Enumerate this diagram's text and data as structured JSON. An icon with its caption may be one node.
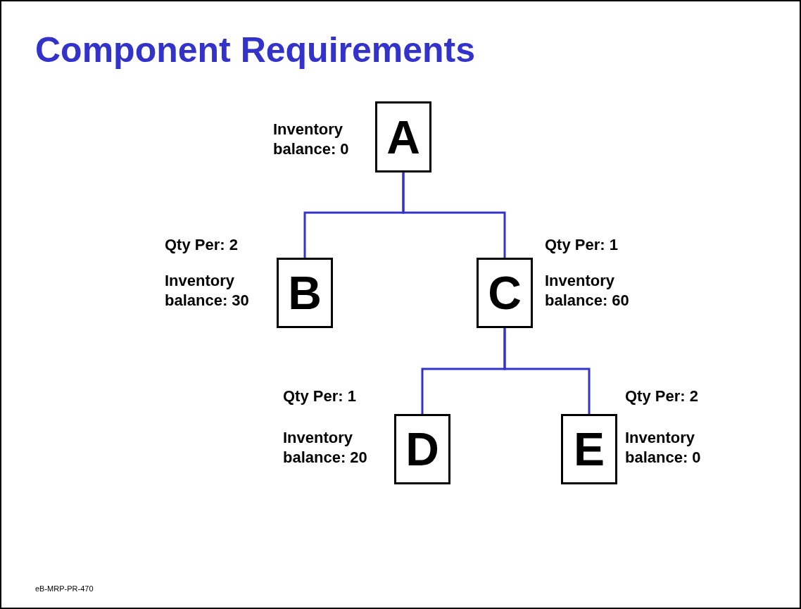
{
  "diagram": {
    "title": "Component Requirements",
    "nodes": [
      {
        "text": [
          "A"
        ],
        "beside": [
          "Inventory balance: 0"
        ]
      },
      {
        "text": [
          "B"
        ],
        "beside": [
          "Qty Per: 2",
          "Inventory balance: 30"
        ]
      },
      {
        "text": [
          "C"
        ],
        "beside": [
          "Qty Per: 1",
          "Inventory balance: 60"
        ]
      },
      {
        "text": [
          "D"
        ],
        "beside": [
          "Qty Per: 1",
          "Inventory balance: 20"
        ]
      },
      {
        "text": [
          "E"
        ],
        "beside": [
          "Qty Per: 2",
          "Inventory balance: 0"
        ]
      }
    ],
    "edges": [
      {
        "from": 0,
        "to": 1,
        "arrow": "none"
      },
      {
        "from": 0,
        "to": 2,
        "arrow": "none"
      },
      {
        "from": 2,
        "to": 3,
        "arrow": "none"
      },
      {
        "from": 2,
        "to": 4,
        "arrow": "none"
      }
    ],
    "labels": [
      "eB-MRP-PR-470"
    ]
  }
}
